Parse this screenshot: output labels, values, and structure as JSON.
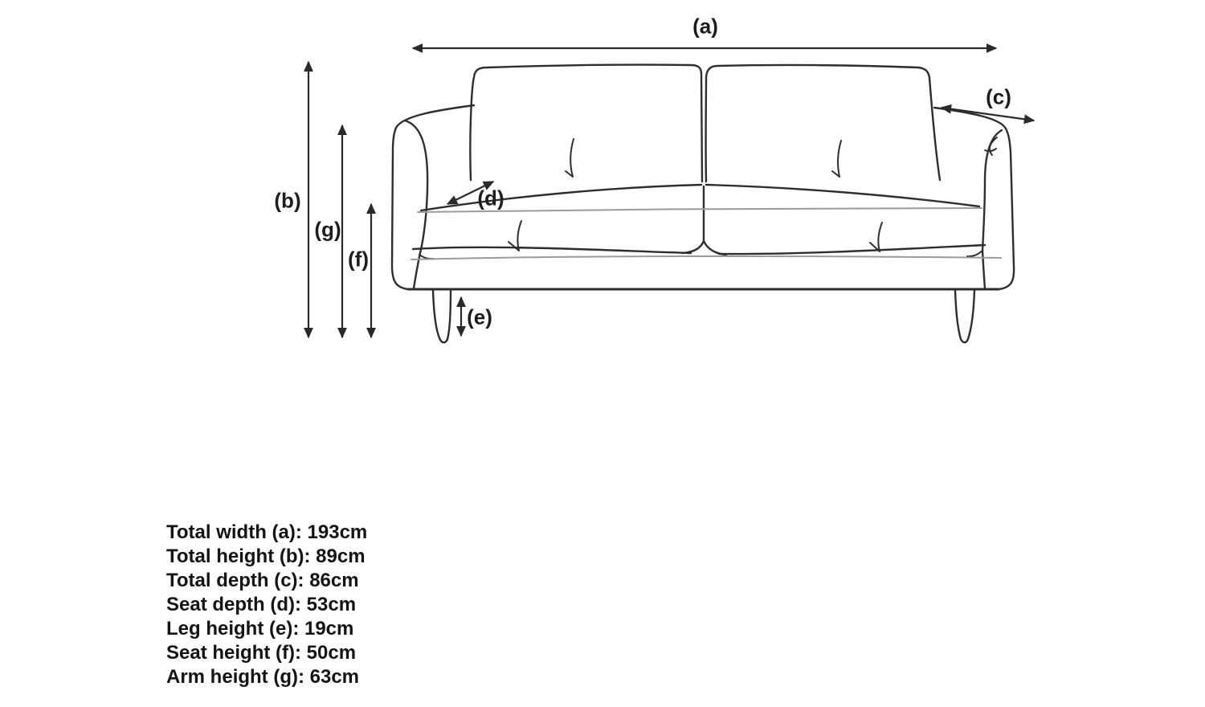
{
  "diagram": {
    "subject": "sofa dimension line drawing",
    "labels": {
      "a": "(a)",
      "b": "(b)",
      "c": "(c)",
      "d": "(d)",
      "e": "(e)",
      "f": "(f)",
      "g": "(g)"
    }
  },
  "measurements": {
    "items": [
      {
        "property": "Total width",
        "letter": "a",
        "value": "193cm",
        "text": "Total width (a): 193cm"
      },
      {
        "property": "Total height",
        "letter": "b",
        "value": "89cm",
        "text": "Total height (b): 89cm"
      },
      {
        "property": "Total depth",
        "letter": "c",
        "value": "86cm",
        "text": "Total depth (c): 86cm"
      },
      {
        "property": "Seat depth",
        "letter": "d",
        "value": "53cm",
        "text": "Seat depth (d): 53cm"
      },
      {
        "property": "Leg height",
        "letter": "e",
        "value": "19cm",
        "text": "Leg height (e): 19cm"
      },
      {
        "property": "Seat height",
        "letter": "f",
        "value": "50cm",
        "text": "Seat height (f): 50cm"
      },
      {
        "property": "Arm height",
        "letter": "g",
        "value": "63cm",
        "text": "Arm height (g): 63cm"
      }
    ]
  },
  "colors": {
    "background": "#ffffff",
    "line": "#2e2e2e",
    "line_light": "#9b9b9b",
    "text": "#141414"
  }
}
